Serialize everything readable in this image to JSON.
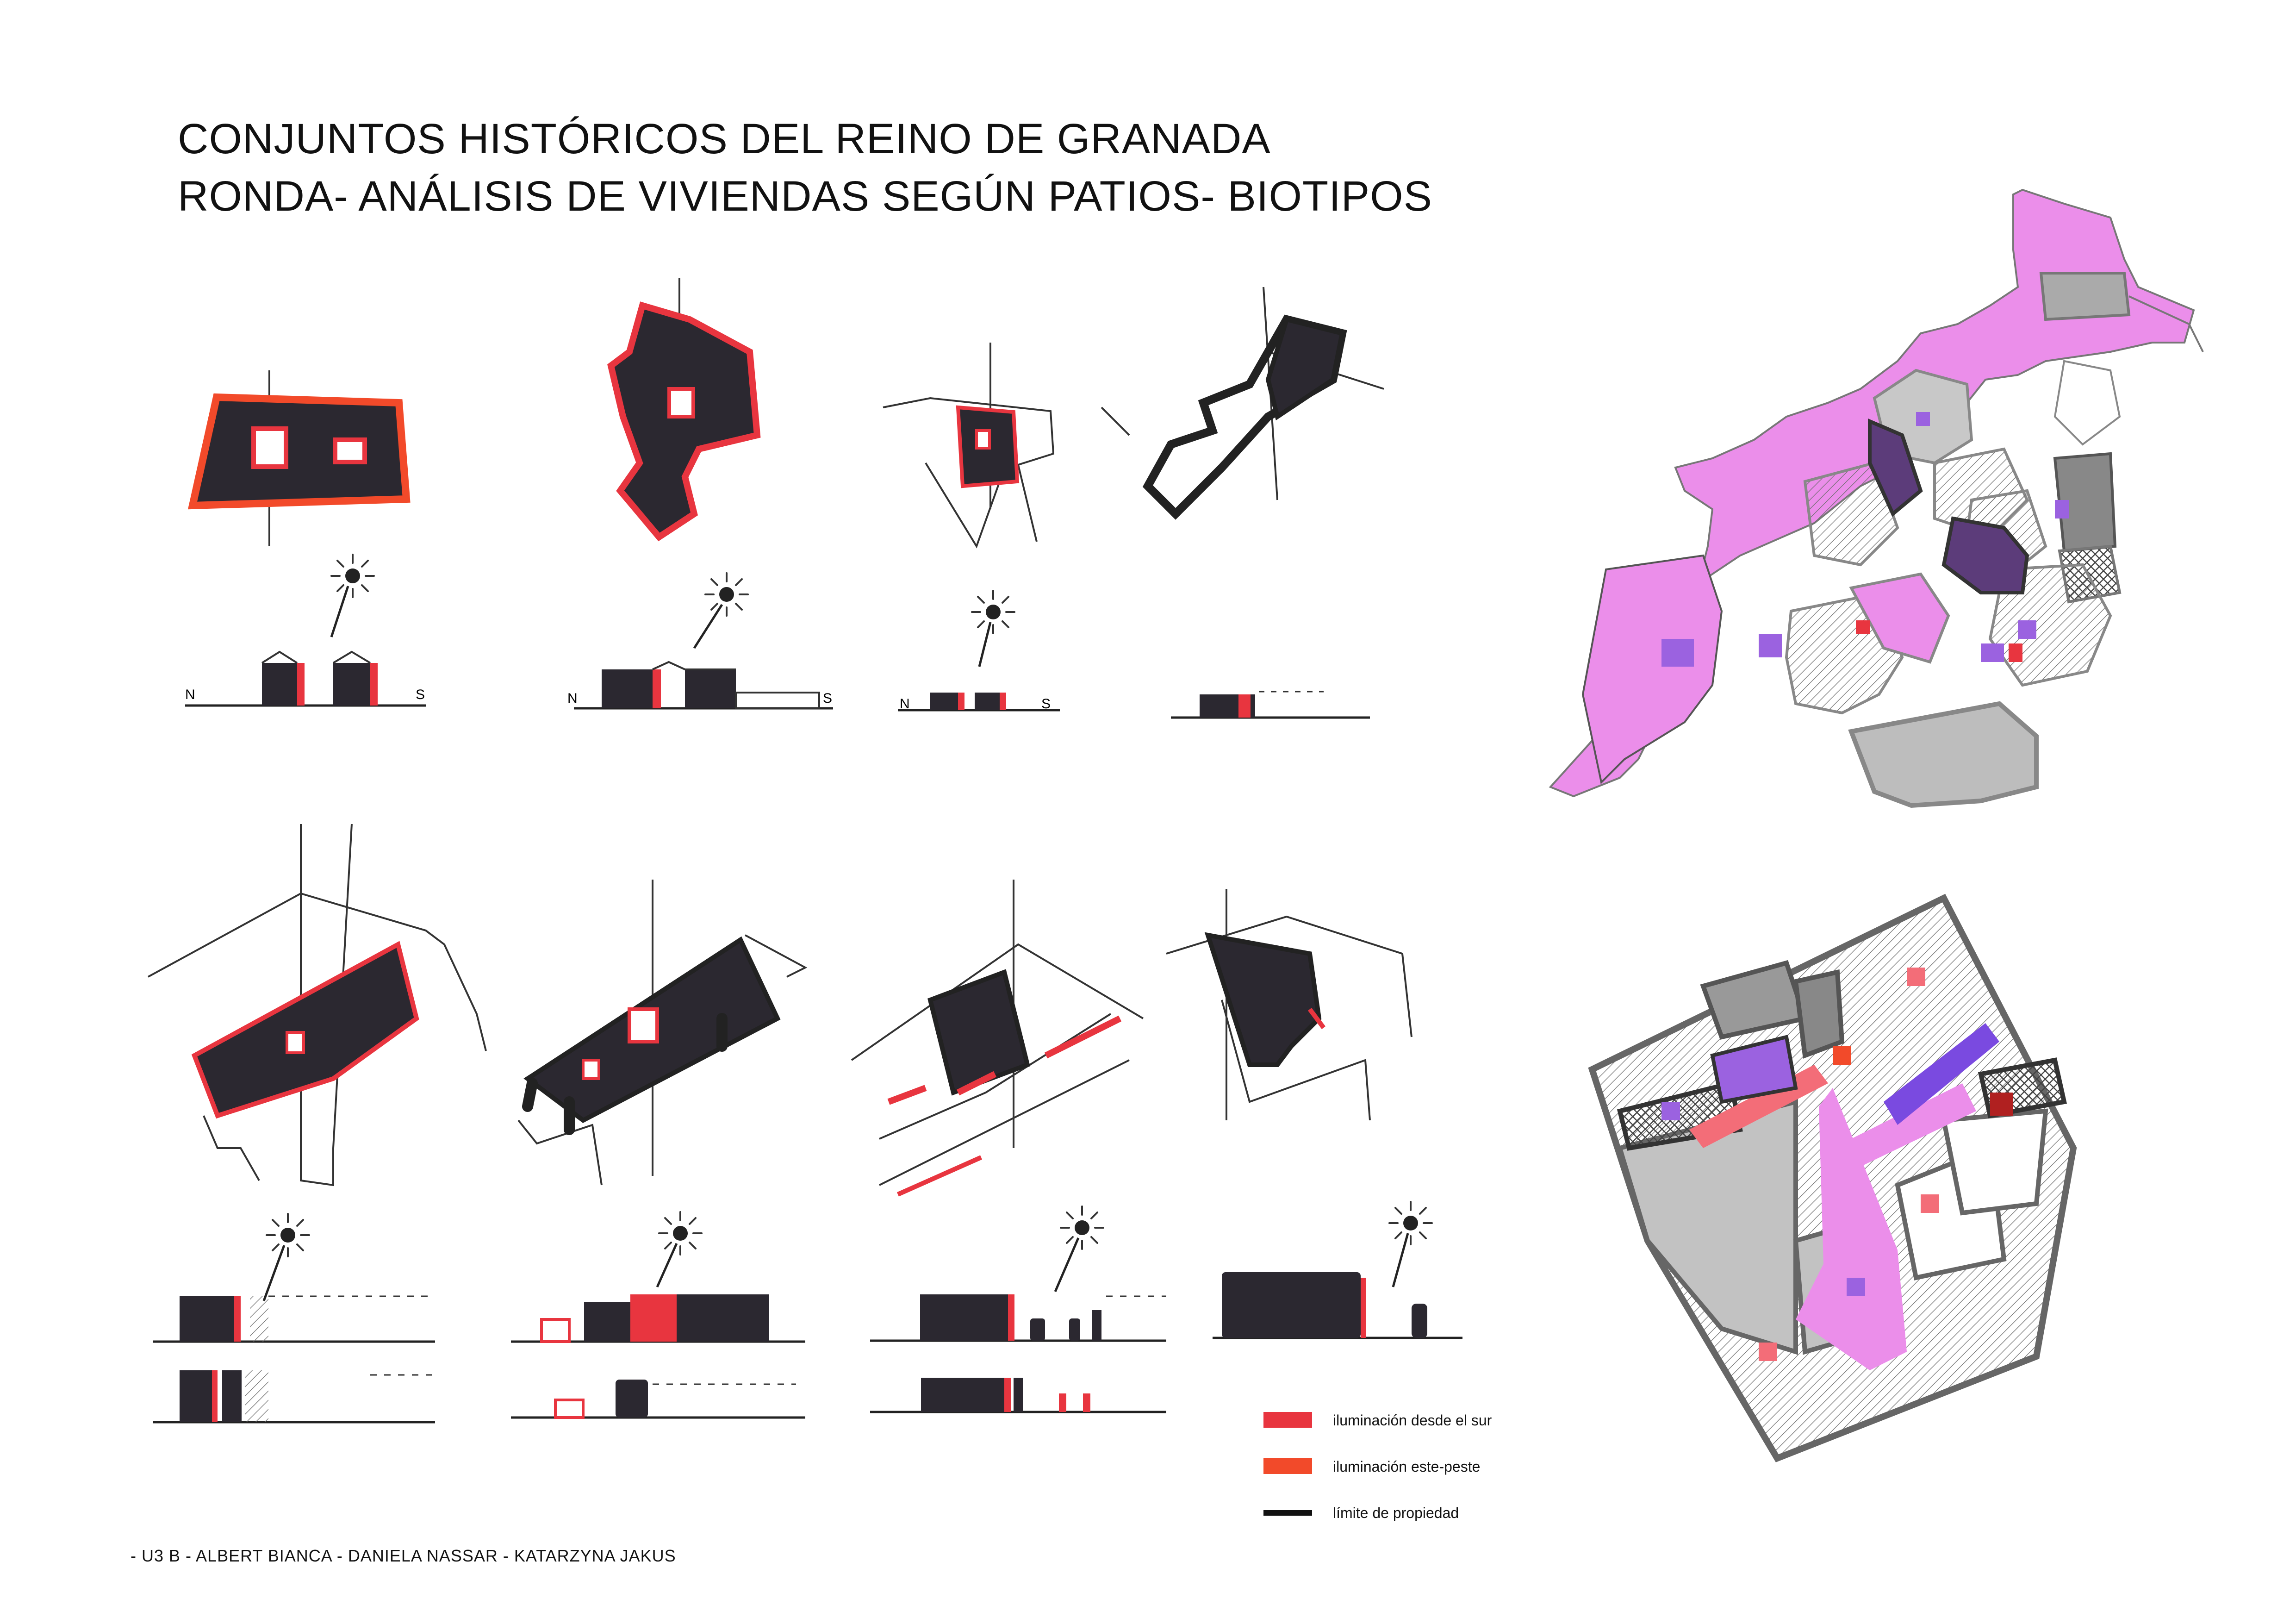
{
  "title": {
    "line1": "CONJUNTOS HISTÓRICOS DEL REINO DE GRANADA",
    "line2": "RONDA- ANÁLISIS DE VIVIENDAS SEGÚN PATIOS- BIOTIPOS"
  },
  "compass": {
    "north": "N",
    "south": "S"
  },
  "colors": {
    "south_light": "#e8353f",
    "east_west_light": "#f24a2a",
    "property_limit": "#111111",
    "block_fill": "#2b2830",
    "map_pink": "#eb8eea",
    "map_purple": "#9b62e0",
    "map_grey": "#b4b4b4"
  },
  "legend": [
    {
      "label": "iluminación desde el sur",
      "color": "#e8353f",
      "kind": "fill"
    },
    {
      "label": "iluminación este-peste",
      "color": "#f24a2a",
      "kind": "fill"
    },
    {
      "label": "límite de propiedad",
      "color": "#111111",
      "kind": "line"
    }
  ],
  "credits": "-  U3 B  -  ALBERT BIANCA  -  DANIELA NASSAR  -  KATARZYNA JAKUS"
}
